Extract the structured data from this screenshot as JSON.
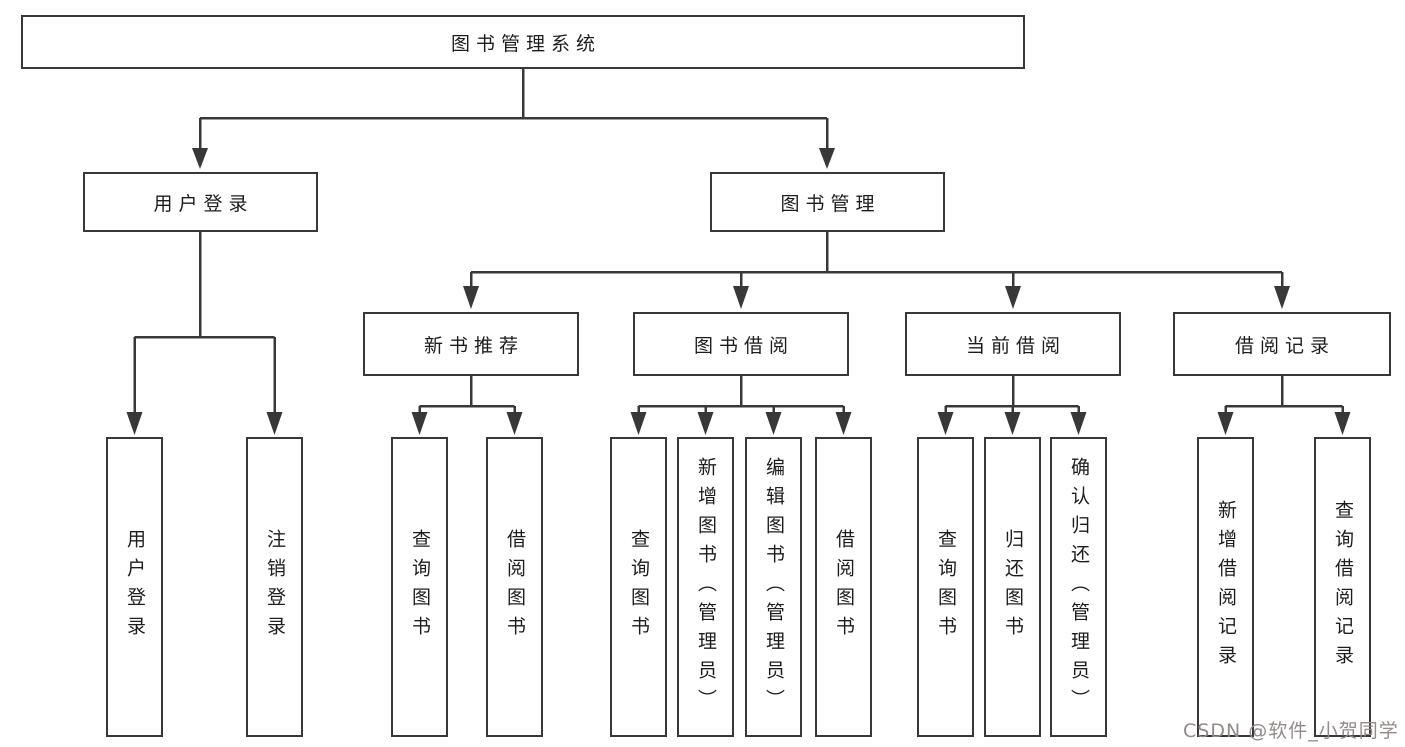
{
  "diagram": {
    "title": "图书管理系统",
    "branches": [
      {
        "label": "用户登录",
        "children": [
          "用户登录",
          "注销登录"
        ]
      },
      {
        "label": "图书管理",
        "groups": [
          {
            "label": "新书推荐",
            "children": [
              "查询图书",
              "借阅图书"
            ]
          },
          {
            "label": "图书借阅",
            "children": [
              "查询图书",
              "新增图书（管理员）",
              "编辑图书（管理员）",
              "借阅图书"
            ]
          },
          {
            "label": "当前借阅",
            "children": [
              "查询图书",
              "归还图书",
              "确认归还（管理员）"
            ]
          },
          {
            "label": "借阅记录",
            "children": [
              "新增借阅记录",
              "查询借阅记录"
            ]
          }
        ]
      }
    ]
  },
  "watermark": {
    "text": "CSDN @软件_小贺同学"
  },
  "colors": {
    "line": "#383838",
    "box_border": "#383838",
    "box_background": "#ffffff",
    "text": "#1d1d1d",
    "watermark": "#948a8a",
    "page_background": "#ffffff"
  }
}
